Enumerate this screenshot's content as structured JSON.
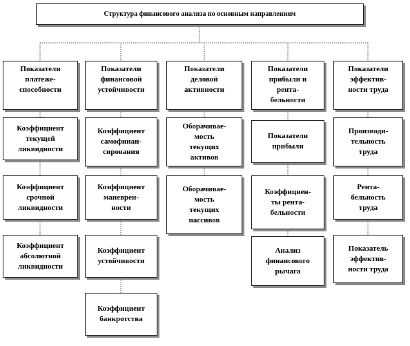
{
  "title": "Структура финансового анализа по основным направлениям",
  "columns": [
    {
      "header": "Показатели\nплатеже-\nспособности",
      "items": [
        "Коэффициент\nтекущей\nликвидности",
        "Коэффициент\nсрочной\nликвидности",
        "Коэффициент\nабсолютной\nликвидности"
      ]
    },
    {
      "header": "Показатели\nфинансовой\nустойчивости",
      "items": [
        "Коэффициент\nсамофинан-\nсирования",
        "Коэффициент\nманеврен-\nности",
        "Коэффициент\nустойчивости",
        "Коэффициент\nбанкротства"
      ]
    },
    {
      "header": "Показатели\nделовой\nактивности",
      "items": [
        "Оборачивае-\nмость\nтекущих\nактивов",
        "Оборачивае-\nмость\nтекущих\nпассивов"
      ]
    },
    {
      "header": "Показатели\nприбыли и\nрента-\nбельности",
      "items": [
        "Показатели\nприбыли",
        "Коэффициен-\nты рента-\nбельности",
        "Анализ\nфинансового\nрычага"
      ]
    },
    {
      "header": "Показатели\nэффектив-\nности  труда",
      "items": [
        "Производи-\nтельность\nтруда",
        "Рента-\nбельность\nтруда",
        "Показатель\nэффектив-\nности  труда"
      ]
    }
  ]
}
